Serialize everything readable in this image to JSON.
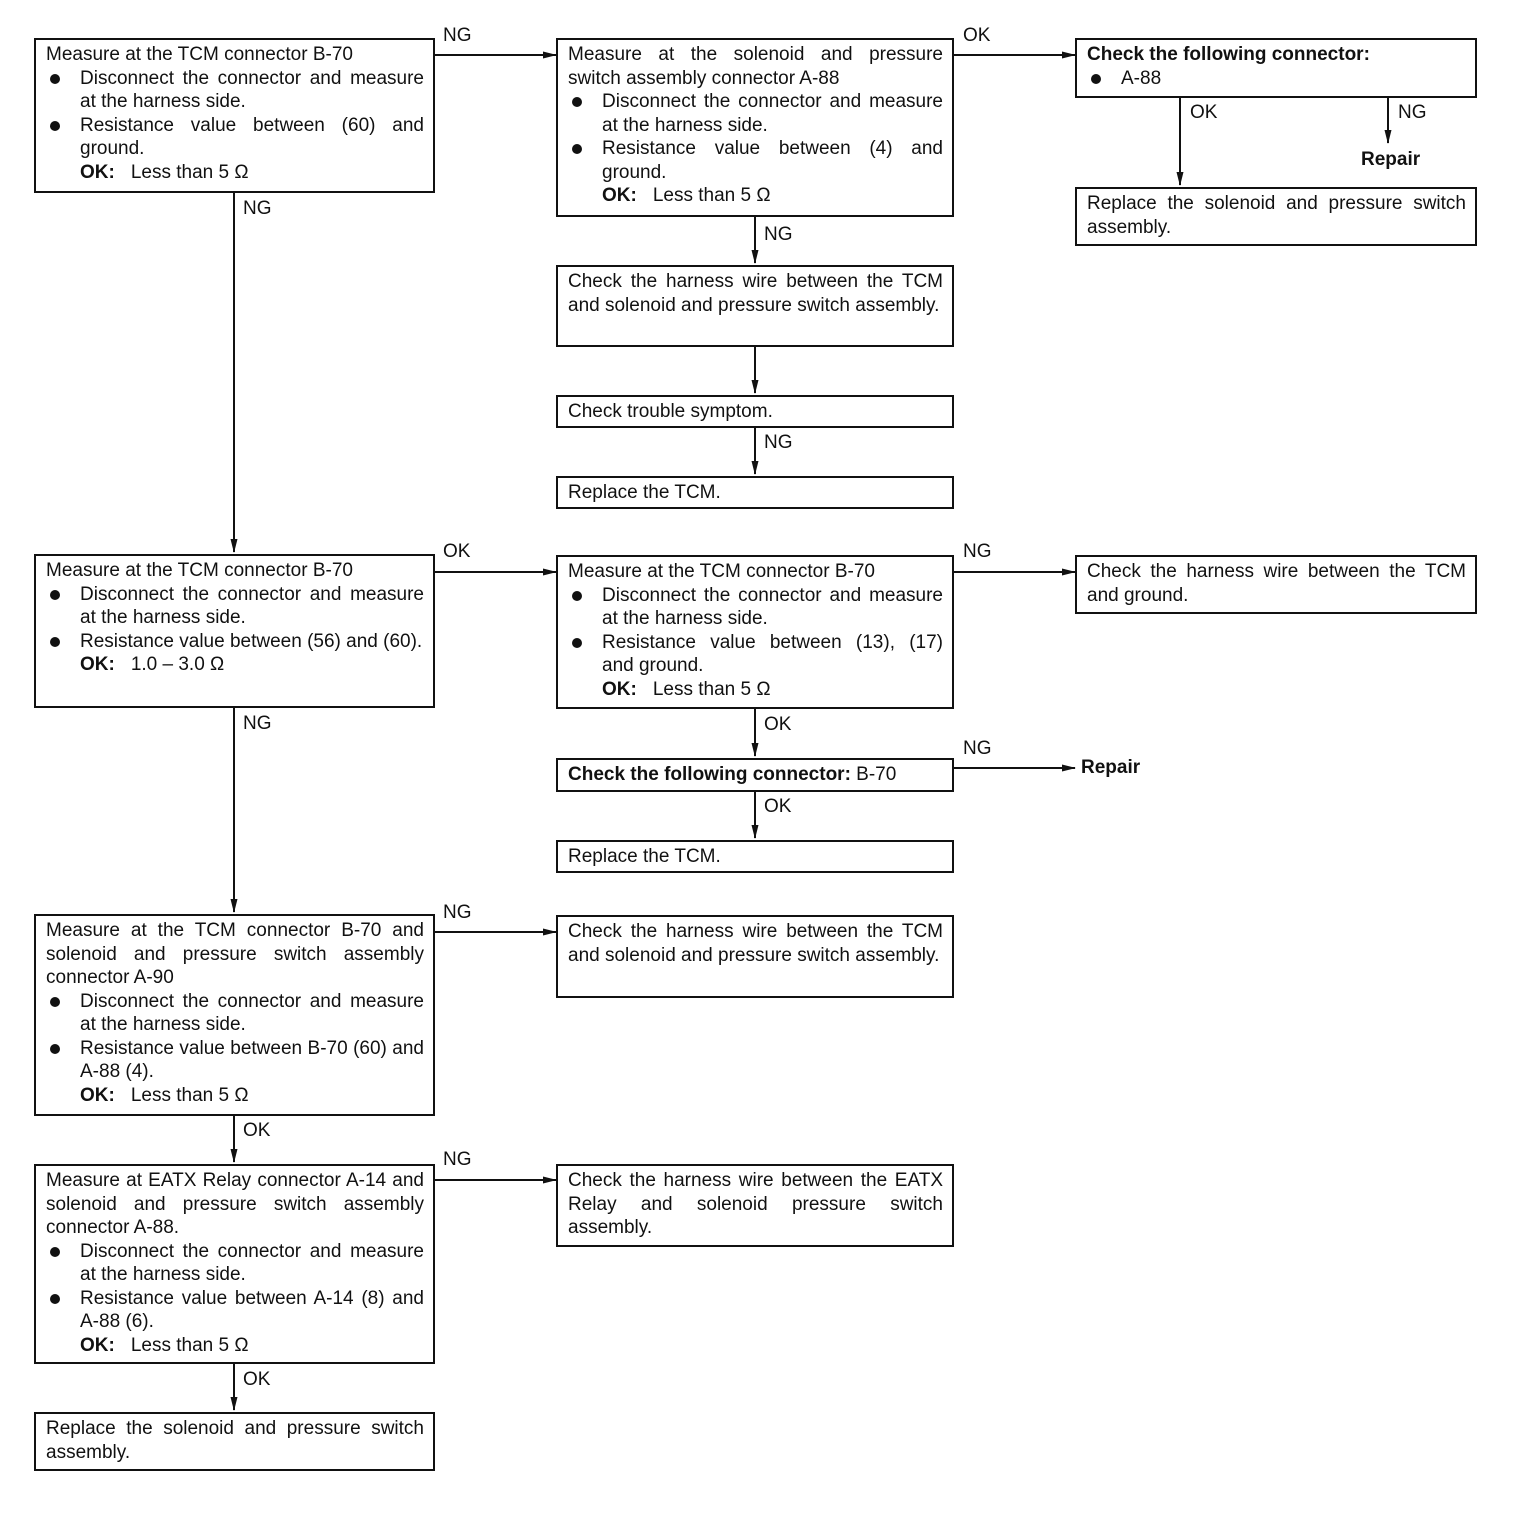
{
  "labels": {
    "ng": "NG",
    "ok": "OK",
    "ok_prefix": "OK:",
    "repair": "Repair"
  },
  "b1": {
    "head": "Measure at the TCM connector B-70",
    "b1": "Disconnect the connector and measure at the harness side.",
    "b2": "Resistance value between (60) and ground.",
    "ok": "Less than 5 Ω"
  },
  "b2": {
    "head": "Measure at the solenoid and pressure switch assembly connector A-88",
    "b1": "Disconnect the connector and measure at the harness side.",
    "b2": "Resistance value between (4) and ground.",
    "ok": "Less than 5 Ω"
  },
  "b3": {
    "head": "Check the following connector:",
    "b1": "A-88"
  },
  "b4": {
    "text": "Replace the solenoid and pressure switch assembly."
  },
  "b5": {
    "text": "Check the harness wire between the TCM and solenoid and pressure switch assembly."
  },
  "b6": {
    "text": "Check trouble symptom."
  },
  "b7": {
    "text": "Replace the TCM."
  },
  "b8": {
    "head": "Measure at the TCM connector B-70",
    "b1": "Disconnect the connector and measure at the harness side.",
    "b2": "Resistance value between (56) and (60).",
    "ok": "1.0 – 3.0 Ω"
  },
  "b9": {
    "head": "Measure at the TCM connector B-70",
    "b1": "Disconnect the connector and measure at the harness side.",
    "b2": "Resistance value between (13), (17) and ground.",
    "ok": "Less than 5 Ω"
  },
  "b10": {
    "text": "Check the harness wire between the TCM and ground."
  },
  "b11": {
    "bold": "Check the following connector:",
    "rest": " B-70"
  },
  "b12": {
    "text": "Replace the TCM."
  },
  "b13": {
    "head": "Measure at the TCM connector B-70 and solenoid and pressure switch assembly connector A-90",
    "b1": "Disconnect the connector and measure at the harness side.",
    "b2": "Resistance value between B-70 (60) and A-88 (4).",
    "ok": "Less than 5 Ω"
  },
  "b14": {
    "text": "Check the harness wire between the TCM and solenoid and pressure switch assembly."
  },
  "b15": {
    "head": "Measure at EATX Relay connector A-14 and solenoid and pressure switch assembly connector A-88.",
    "b1": "Disconnect the connector and measure at the harness side.",
    "b2": "Resistance value between A-14 (8) and A-88 (6).",
    "ok": "Less than 5 Ω"
  },
  "b16": {
    "text": "Check the harness wire between the EATX Relay and solenoid pressure switch assembly."
  },
  "b17": {
    "text": "Replace the solenoid and pressure switch assembly."
  }
}
